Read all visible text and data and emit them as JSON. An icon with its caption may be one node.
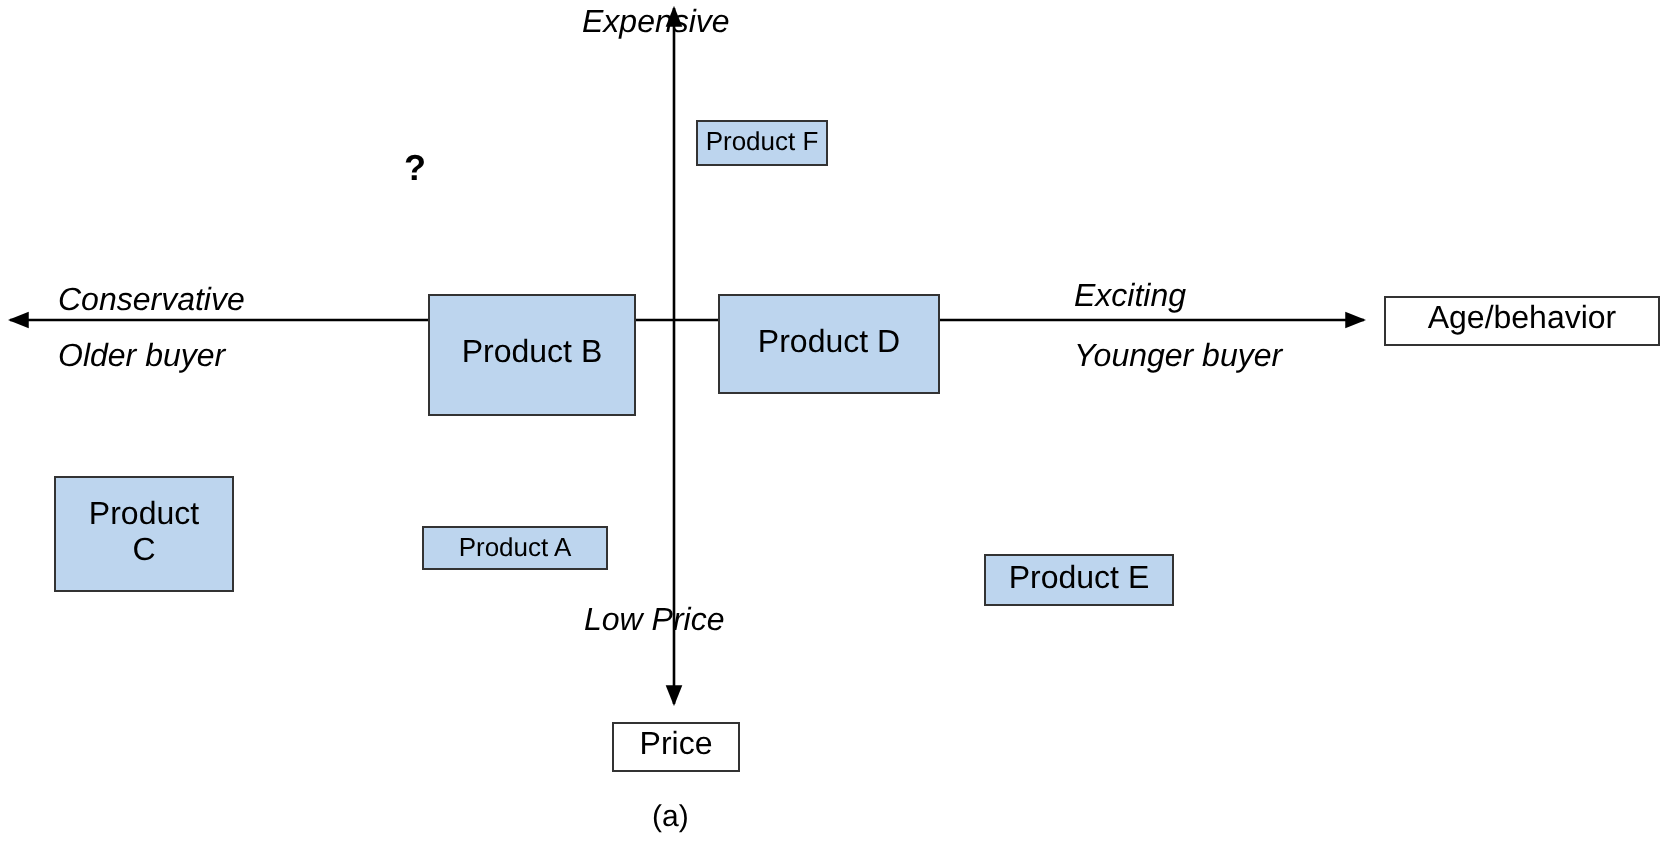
{
  "diagram": {
    "caption": "(a)",
    "nodes": [
      {
        "text": [
          "Product F"
        ]
      },
      {
        "text": [
          "Product B"
        ]
      },
      {
        "text": [
          "Product D"
        ]
      },
      {
        "text": [
          "Age/behavior"
        ]
      },
      {
        "text": [
          "Product C"
        ]
      },
      {
        "text": [
          "Product A"
        ]
      },
      {
        "text": [
          "Product E"
        ]
      },
      {
        "text": [
          "Price"
        ]
      }
    ],
    "edges": [],
    "labels": [
      "Expensive",
      "?",
      "Conservative",
      "Exciting",
      "Older buyer",
      "Younger buyer",
      "Low Price"
    ]
  }
}
